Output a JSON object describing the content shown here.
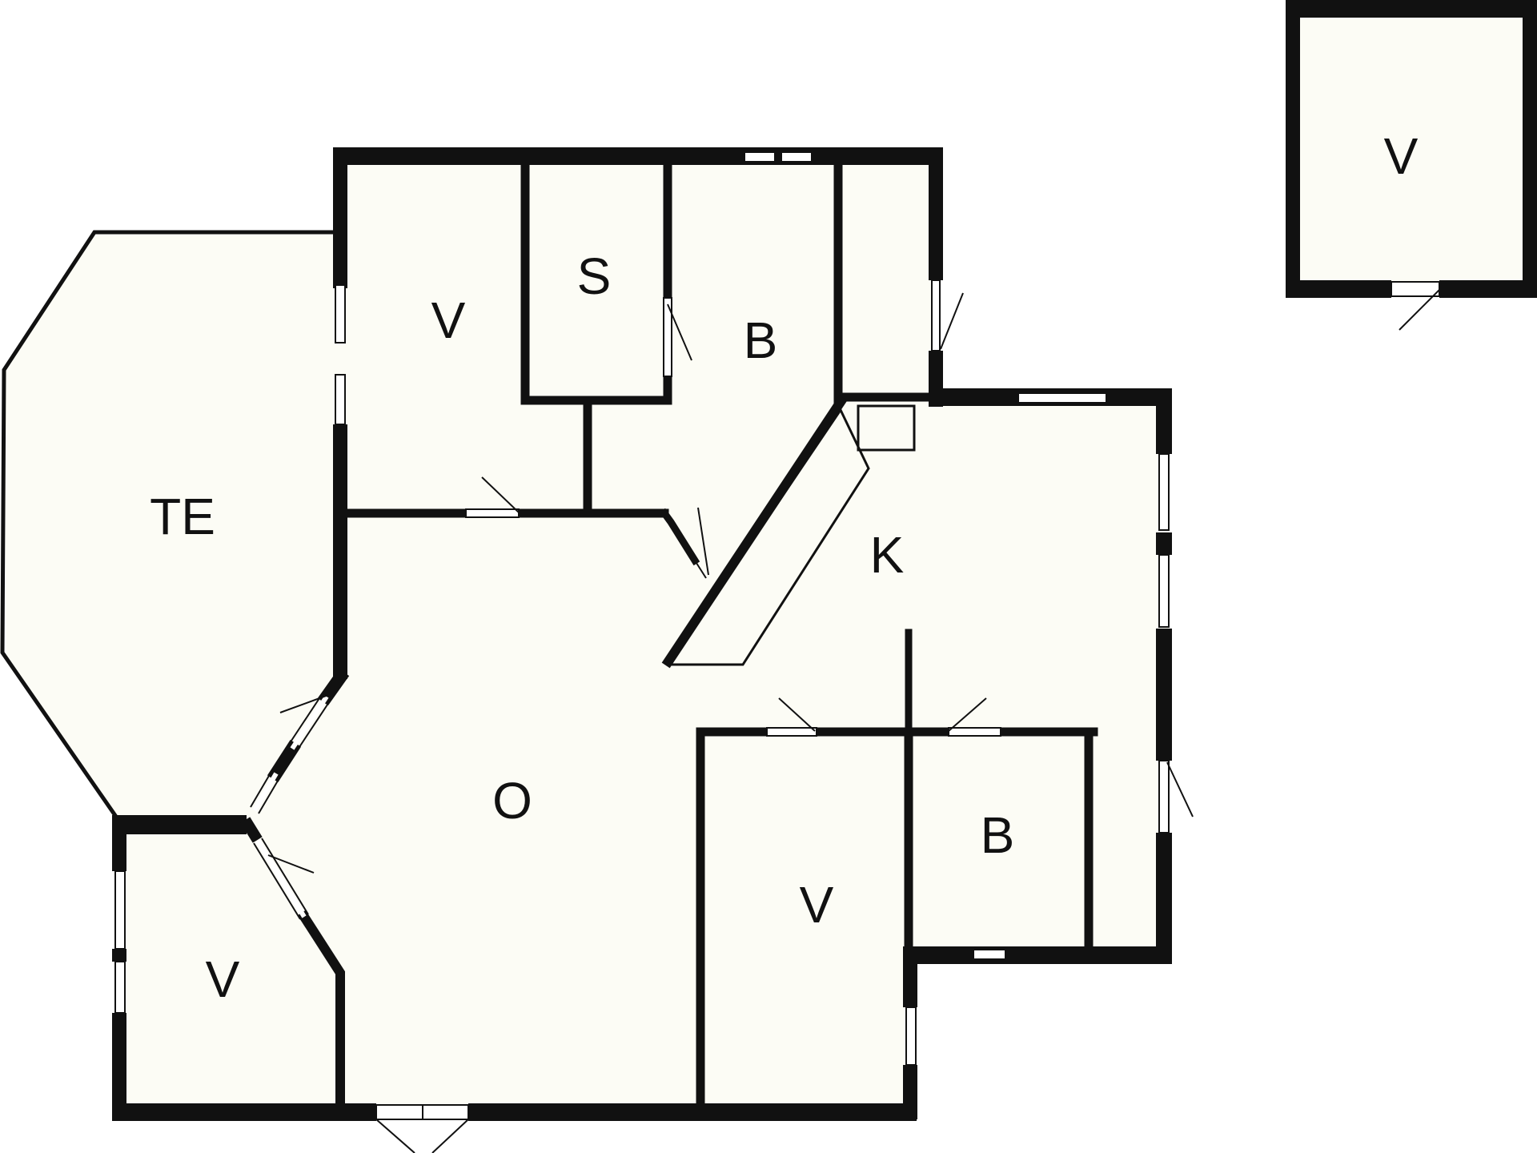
{
  "plan": {
    "colors": {
      "floor": "#fcfcf5",
      "wall": "#111111",
      "background": "#ffffff"
    },
    "rooms": {
      "annex_v": "V",
      "bedroom_top_left": "V",
      "sauna": "S",
      "bath_top": "B",
      "terrace": "TE",
      "kitchen": "K",
      "living": "O",
      "bedroom_bottom_left": "V",
      "bedroom_bottom_middle": "V",
      "bath_bottom": "B"
    }
  }
}
